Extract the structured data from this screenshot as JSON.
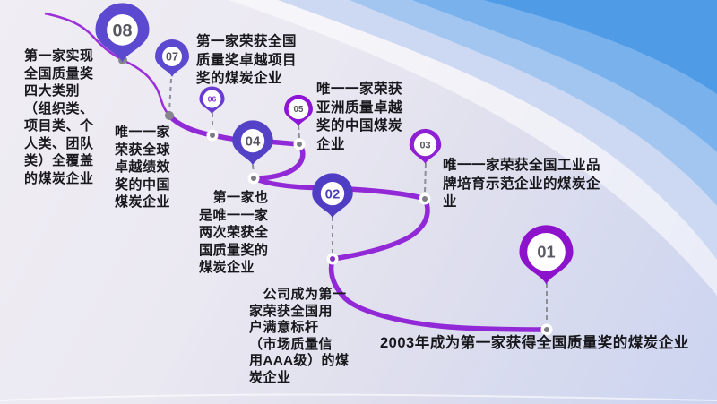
{
  "pins": {
    "p01": {
      "number": "01",
      "color": "#8c12cc",
      "num_color": "#5a5a66",
      "text": "2003年成为第一家获得全国质量奖的煤炭企业"
    },
    "p02": {
      "number": "02",
      "color": "#4f3dc4",
      "num_color": "#4a3fb8",
      "text": "　公司成为第一\n家荣获全国用\n户满意标杆\n（市场质量信\n用AAA级）的煤\n炭企业"
    },
    "p03": {
      "number": "03",
      "color": "#8e1fd3",
      "num_color": "#55555f",
      "text": "唯一一家荣获全国工业品\n牌培育示范企业的煤炭企\n业"
    },
    "p04": {
      "number": "04",
      "color": "#5442c6",
      "num_color": "#55555f",
      "text": "　第一家也\n是唯一一家\n两次荣获全\n国质量奖的\n煤炭企业"
    },
    "p05": {
      "number": "05",
      "color": "#8e14d6",
      "num_color": "#55555f",
      "text": "唯一一家荣获\n亚洲质量卓越\n奖的中国煤炭\n企业"
    },
    "p06": {
      "number": "06",
      "color": "#6a3bd1",
      "num_color": "#7a2fd0",
      "text": "第一家荣获全国\n质量奖卓越项目\n奖的煤炭企业"
    },
    "p07": {
      "number": "07",
      "color": "#5b49cf",
      "num_color": "#55555f",
      "text": "唯一一家\n荣获全球\n卓越绩效\n奖的中国\n煤炭企业"
    },
    "p08": {
      "number": "08",
      "color": "#5b49cf",
      "num_color": "#55555f",
      "text": "第一家实现\n全国质量奖\n四大类别\n（组织类、\n项目类、个\n人类、团队\n类）全覆盖\n的煤炭企业"
    }
  },
  "colors": {
    "route": "#9229d6",
    "connector": "#8e8e99",
    "dot_gray": "#7c7c86",
    "dot_purple": "#8a30c0",
    "background_blue": "#4f9be6",
    "background_lavender": "#edeaf2"
  }
}
